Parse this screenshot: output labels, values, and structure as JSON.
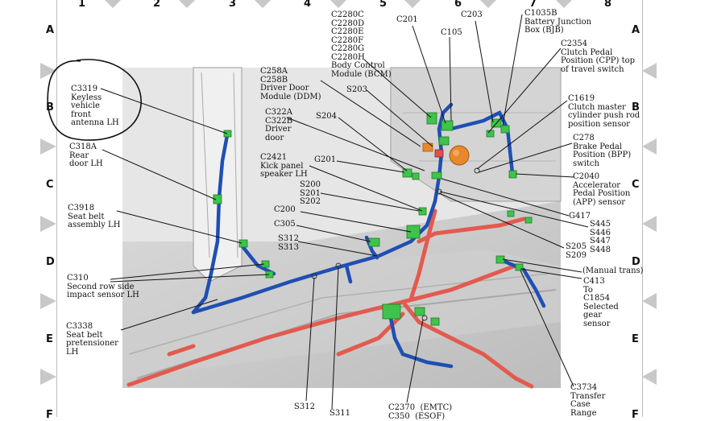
{
  "grid": {
    "columns": [
      "1",
      "2",
      "3",
      "4",
      "5",
      "6",
      "7",
      "8"
    ],
    "rows_left": [
      "A",
      "B",
      "C",
      "D",
      "E",
      "F"
    ],
    "rows_right": [
      "A",
      "B",
      "C",
      "D",
      "E",
      "F"
    ]
  },
  "labels": {
    "c3319": [
      "C3319",
      "Keyless",
      "vehicle",
      "front",
      "antenna LH"
    ],
    "c318a": [
      "C318A",
      "Rear",
      "door LH"
    ],
    "c3918": [
      "C3918",
      "Seat belt",
      "assembly LH"
    ],
    "c310": [
      "C310",
      "Second row side",
      "impact sensor LH"
    ],
    "c3338": [
      "C3338",
      "Seat belt",
      "pretensioner",
      "LH"
    ],
    "c258": [
      "C258A",
      "C258B",
      "Driver Door",
      "Module (DDM)"
    ],
    "c322": [
      "C322A",
      "C322B",
      "Driver",
      "door"
    ],
    "s204": [
      "S204"
    ],
    "s203": [
      "S203"
    ],
    "g201": [
      "G201"
    ],
    "c2421": [
      "C2421",
      "Kick panel",
      "speaker LH"
    ],
    "s200": [
      "S200",
      "S201",
      "S202"
    ],
    "c200": [
      "C200"
    ],
    "c305": [
      "C305"
    ],
    "s312_313": [
      "S312",
      "S313"
    ],
    "s312b": [
      "S312"
    ],
    "s311": [
      "S311"
    ],
    "c2280": [
      "C2280C",
      "C2280D",
      "C2280E",
      "C2280F",
      "C2280G",
      "C2280H",
      "Body Control",
      "Module (BCM)"
    ],
    "c201": [
      "C201"
    ],
    "c105": [
      "C105"
    ],
    "c203": [
      "C203"
    ],
    "c1035b": [
      "C1035B",
      "Battery Junction",
      "Box (BJB)"
    ],
    "c2354": [
      "C2354",
      "Clutch Pedal",
      "Position (CPP) top",
      "of travel switch"
    ],
    "c1619": [
      "C1619",
      "Clutch master",
      "cylinder push rod",
      "position sensor"
    ],
    "c278": [
      "C278",
      "Brake Pedal",
      "Position (BPP)",
      "switch"
    ],
    "c2040": [
      "C2040",
      "Accelerator",
      "Pedal Position",
      "(APP) sensor"
    ],
    "g417": [
      "G417"
    ],
    "s445": [
      "S445",
      "S446",
      "S447",
      "S448"
    ],
    "s205": [
      "S205",
      "S209"
    ],
    "manual": [
      "(Manual trans)"
    ],
    "c413": [
      "C413",
      "To",
      "C1854",
      "Selected",
      "gear",
      "sensor"
    ],
    "c3734": [
      "C3734",
      "Transfer",
      "Case",
      "Range"
    ],
    "c2370": [
      "C2370  (EMTC)",
      "C350  (ESOF)"
    ]
  }
}
